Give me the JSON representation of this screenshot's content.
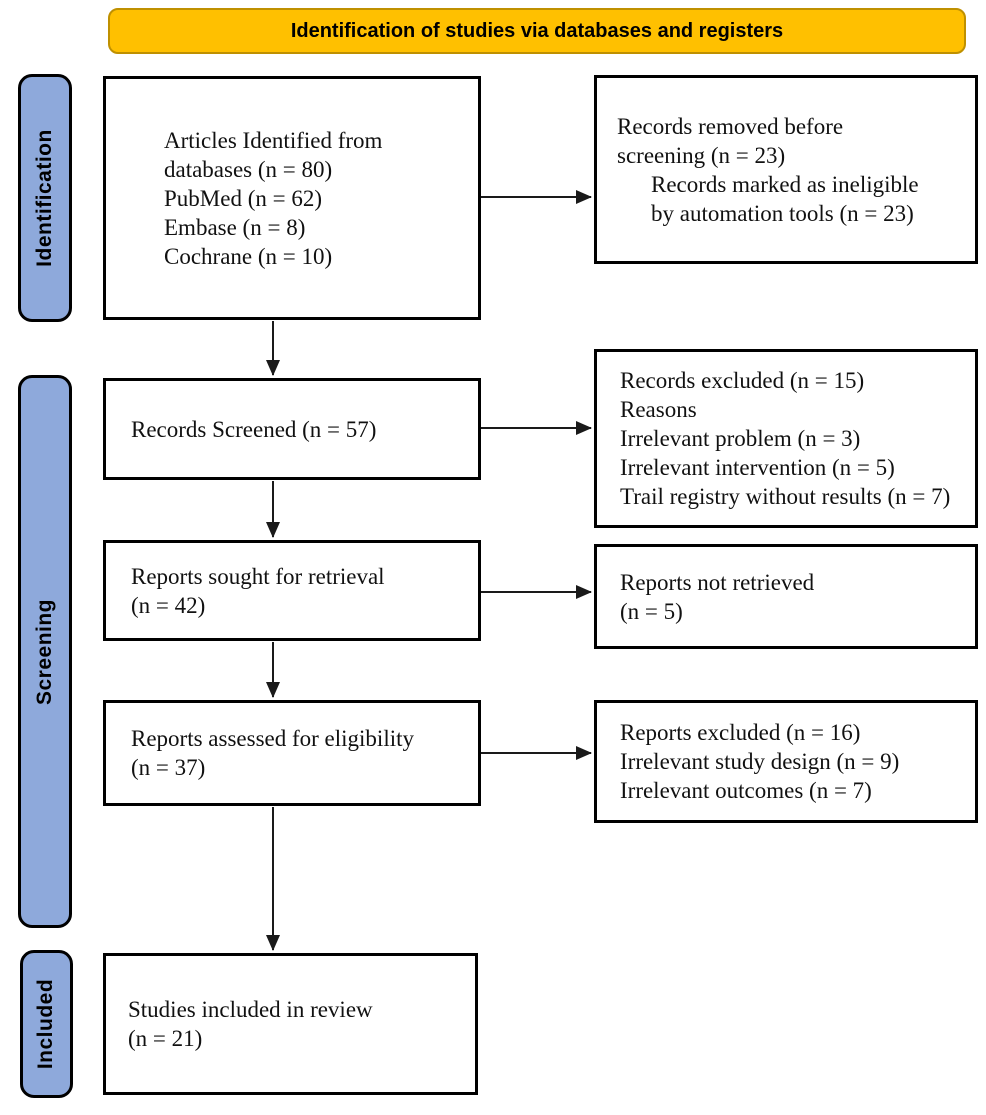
{
  "colors": {
    "banner_fill": "#FFC000",
    "banner_border": "#BF9000",
    "sidebar_fill": "#8EA9DB",
    "box_border": "#000000",
    "box_fill": "#FFFFFF",
    "arrow": "#1A1A1A"
  },
  "banner": {
    "title": "Identification of studies via databases and registers"
  },
  "sidebar": {
    "identification": "Identification",
    "screening": "Screening",
    "included": "Included"
  },
  "flow": {
    "identified": {
      "lines": [
        "Articles Identified from",
        "databases (n = 80)",
        "PubMed (n = 62)",
        "Embase (n = 8)",
        "Cochrane (n = 10)"
      ]
    },
    "screened": {
      "lines": [
        "Records Screened (n = 57)"
      ]
    },
    "sought": {
      "lines": [
        "Reports sought for retrieval",
        "(n = 42)"
      ]
    },
    "assessed": {
      "lines": [
        "Reports assessed for eligibility",
        "(n = 37)"
      ]
    },
    "included": {
      "lines": [
        "Studies included in review",
        "(n = 21)"
      ]
    }
  },
  "exclusions": {
    "removed_before_screening": {
      "lines": [
        "Records removed before",
        "screening (n = 23)",
        "Records marked as ineligible",
        "by automation tools (n = 23)"
      ]
    },
    "records_excluded": {
      "lines": [
        "Records excluded (n = 15)",
        "Reasons",
        "Irrelevant problem (n = 3)",
        "Irrelevant intervention (n = 5)",
        "Trail registry without results (n = 7)"
      ]
    },
    "reports_not_retrieved": {
      "lines": [
        "Reports not retrieved",
        "(n = 5)"
      ]
    },
    "reports_excluded": {
      "lines": [
        "Reports excluded (n = 16)",
        "Irrelevant study design (n = 9)",
        "Irrelevant outcomes (n = 7)"
      ]
    }
  }
}
